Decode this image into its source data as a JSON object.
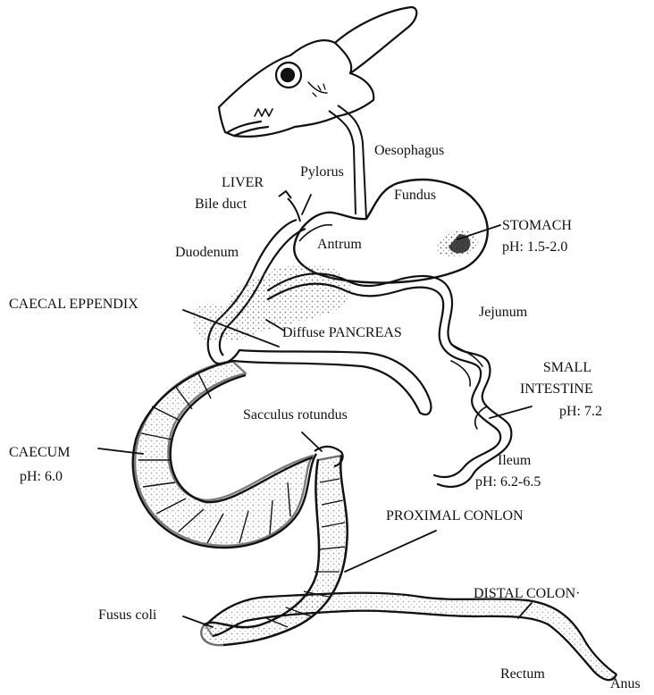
{
  "labels": {
    "oesophagus": "Oesophagus",
    "pylorus": "Pylorus",
    "liver": "LIVER",
    "bile_duct": "Bile duct",
    "fundus": "Fundus",
    "stomach": "STOMACH",
    "stomach_ph": "pH: 1.5-2.0",
    "antrum": "Antrum",
    "duodenum": "Duodenum",
    "caecal_eppendix": "CAECAL EPPENDIX",
    "jejunum": "Jejunum",
    "diffuse_pancreas": "Diffuse PANCREAS",
    "small_intestine_1": "SMALL",
    "small_intestine_2": "INTESTINE",
    "small_intestine_ph": "pH: 7.2",
    "sacculus_rotundus": "Sacculus rotundus",
    "caecum": "CAECUM",
    "caecum_ph": "pH: 6.0",
    "ileum": "Ileum",
    "ileum_ph": "pH: 6.2-6.5",
    "proximal_colon": "PROXIMAL CONLON",
    "distal_colon": "DISTAL COLON·",
    "fusus_coli": "Fusus coli",
    "rectum": "Rectum",
    "anus": "Anus"
  },
  "colors": {
    "ink": "#111111",
    "paper": "#ffffff",
    "stipple": "#555555"
  }
}
